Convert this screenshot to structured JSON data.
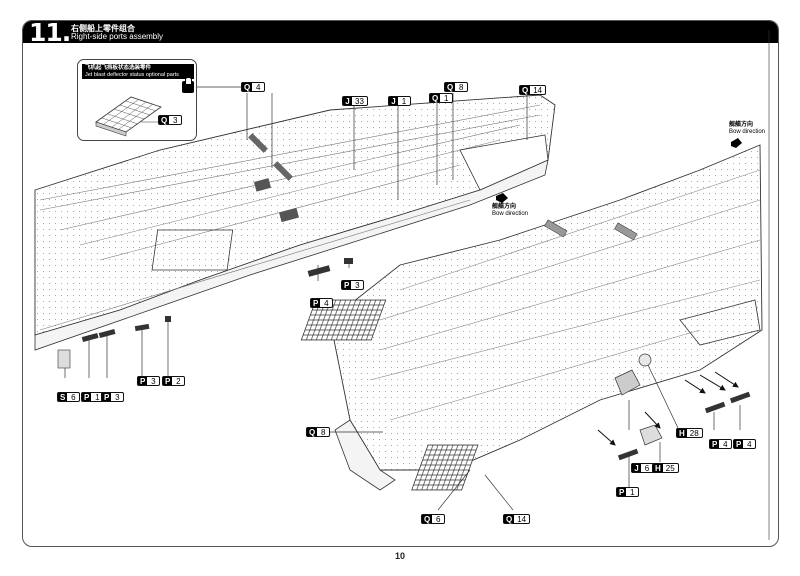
{
  "header": {
    "step_number": "11.",
    "title_cn": "右侧船上零件组合",
    "title_en": "Right-side ports assembly"
  },
  "inset": {
    "title_cn": "飞机起飞挡板状态选装零件",
    "title_en": "Jet blast deflector status optional parts",
    "part_tag": {
      "letter": "Q",
      "number": "3"
    }
  },
  "lock_icon": "lock-icon",
  "bow_direction": [
    {
      "cn": "舰艏方向",
      "en": "Bow direction"
    },
    {
      "cn": "舰艏方向",
      "en": "Bow direction"
    }
  ],
  "part_tags": [
    {
      "id": "q4",
      "letter": "Q",
      "number": "4"
    },
    {
      "id": "j33",
      "letter": "J",
      "number": "33"
    },
    {
      "id": "j1",
      "letter": "J",
      "number": "1"
    },
    {
      "id": "q1",
      "letter": "Q",
      "number": "1"
    },
    {
      "id": "q8-top",
      "letter": "Q",
      "number": "8"
    },
    {
      "id": "q14-top",
      "letter": "Q",
      "number": "14"
    },
    {
      "id": "p4-mid",
      "letter": "P",
      "number": "4"
    },
    {
      "id": "p3-mid",
      "letter": "P",
      "number": "3"
    },
    {
      "id": "s6",
      "letter": "S",
      "number": "6"
    },
    {
      "id": "p1-left",
      "letter": "P",
      "number": "1"
    },
    {
      "id": "p3-left",
      "letter": "P",
      "number": "3"
    },
    {
      "id": "p3-left2",
      "letter": "P",
      "number": "3"
    },
    {
      "id": "p2",
      "letter": "P",
      "number": "2"
    },
    {
      "id": "q8-bottom",
      "letter": "Q",
      "number": "8"
    },
    {
      "id": "q6",
      "letter": "Q",
      "number": "6"
    },
    {
      "id": "q14-bottom",
      "letter": "Q",
      "number": "14"
    },
    {
      "id": "h28",
      "letter": "H",
      "number": "28"
    },
    {
      "id": "p4-right1",
      "letter": "P",
      "number": "4"
    },
    {
      "id": "p4-right2",
      "letter": "P",
      "number": "4"
    },
    {
      "id": "j6",
      "letter": "J",
      "number": "6"
    },
    {
      "id": "h25",
      "letter": "H",
      "number": "25"
    },
    {
      "id": "p1-right",
      "letter": "P",
      "number": "1"
    }
  ],
  "page_number": "10"
}
